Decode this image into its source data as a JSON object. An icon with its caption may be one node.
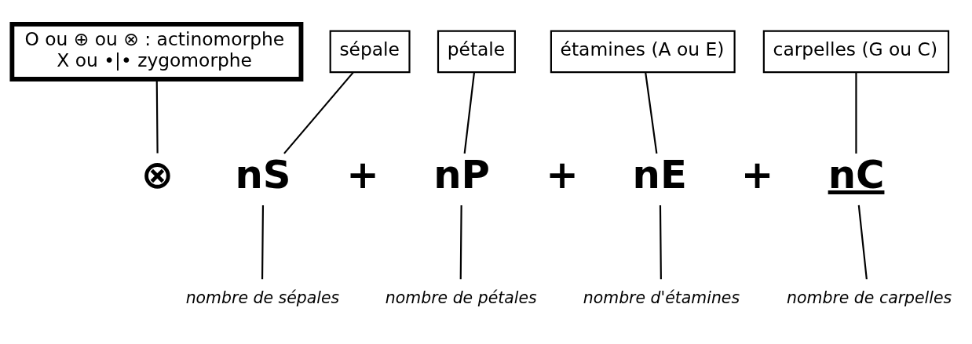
{
  "diagram": {
    "nodes": [
      {
        "text": [
          "O ou ⊕ ou ⊗ : actinomorphe",
          "X ou •|• zygomorphe"
        ]
      },
      {
        "text": [
          "sépale"
        ]
      },
      {
        "text": [
          "pétale"
        ]
      },
      {
        "text": [
          "étamines (A ou E)"
        ]
      },
      {
        "text": [
          "carpelles (G ou C)"
        ]
      },
      {
        "text": [
          "⊗"
        ]
      },
      {
        "text": [
          "nS"
        ]
      },
      {
        "text": [
          "nP"
        ]
      },
      {
        "text": [
          "nE"
        ]
      },
      {
        "text": [
          "nC"
        ]
      },
      {
        "text": [
          "nombre de sépales"
        ]
      },
      {
        "text": [
          "nombre de pétales"
        ]
      },
      {
        "text": [
          "nombre d'étamines"
        ]
      },
      {
        "text": [
          "nombre de carpelles"
        ]
      }
    ],
    "edges": [
      {
        "from": 0,
        "to": 5,
        "arrow": "none"
      },
      {
        "from": 1,
        "to": 6,
        "arrow": "none"
      },
      {
        "from": 2,
        "to": 7,
        "arrow": "none"
      },
      {
        "from": 3,
        "to": 8,
        "arrow": "none"
      },
      {
        "from": 4,
        "to": 9,
        "arrow": "none"
      },
      {
        "from": 6,
        "to": 10,
        "arrow": "none"
      },
      {
        "from": 7,
        "to": 11,
        "arrow": "none"
      },
      {
        "from": 8,
        "to": 12,
        "arrow": "none"
      },
      {
        "from": 9,
        "to": 13,
        "arrow": "none"
      }
    ],
    "labels": [
      "+",
      "+",
      "+"
    ]
  }
}
